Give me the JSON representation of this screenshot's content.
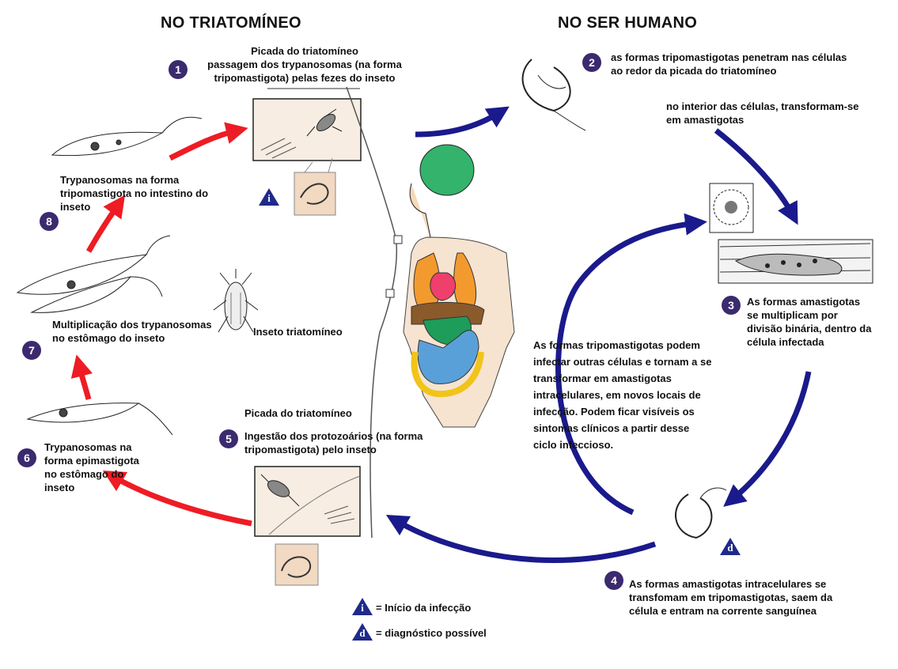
{
  "headings": {
    "insect": "NO TRIATOMÍNEO",
    "human": "NO SER HUMANO"
  },
  "steps": {
    "s1": {
      "number": "1",
      "title": "Picada do triatomíneo",
      "text": "passagem dos trypanosomas (na forma tripomastigota) pelas fezes do inseto"
    },
    "s2": {
      "number": "2",
      "text": "as formas tripomastigotas penetram nas células ao redor da picada do triatomíneo",
      "sub": "no interior das células, transformam-se em amastigotas"
    },
    "s3": {
      "number": "3",
      "text": "As formas amastigotas se multiplicam por divisão binária, dentro da célula infectada"
    },
    "s4": {
      "number": "4",
      "text": "As formas amastigotas intracelulares se transfomam em tripomastigotas, saem da célula e entram na corrente sanguínea"
    },
    "s5": {
      "number": "5",
      "title": "Picada do triatomíneo",
      "text": "Ingestão dos protozoários (na forma tripomastigota) pelo inseto"
    },
    "s6": {
      "number": "6",
      "text": "Trypanosomas na forma epimastigota no estômago do inseto"
    },
    "s7": {
      "number": "7",
      "text": "Multiplicação dos trypanosomas no estômago do inseto"
    },
    "s8": {
      "number": "8",
      "text": "Trypanosomas na forma tripomastigota no intestino do inseto"
    }
  },
  "center_note": "As formas tripomastigotas podem infectar outras células e tornam a se transformar em amastigotas intracelulares, em novos locais de infecção. Podem ficar visíveis os sintomas clínicos a partir desse ciclo infeccioso.",
  "insect_label": "Inseto triatomíneo",
  "legend": {
    "i_symbol": "i",
    "i_label": "= Início da infecção",
    "d_symbol": "d",
    "d_label": "= diagnóstico possível"
  },
  "colors": {
    "insect_arrow": "#ee1c24",
    "human_arrow": "#1a1a8c",
    "badge": "#3b2a6e",
    "marker": "#1f2a8a"
  }
}
